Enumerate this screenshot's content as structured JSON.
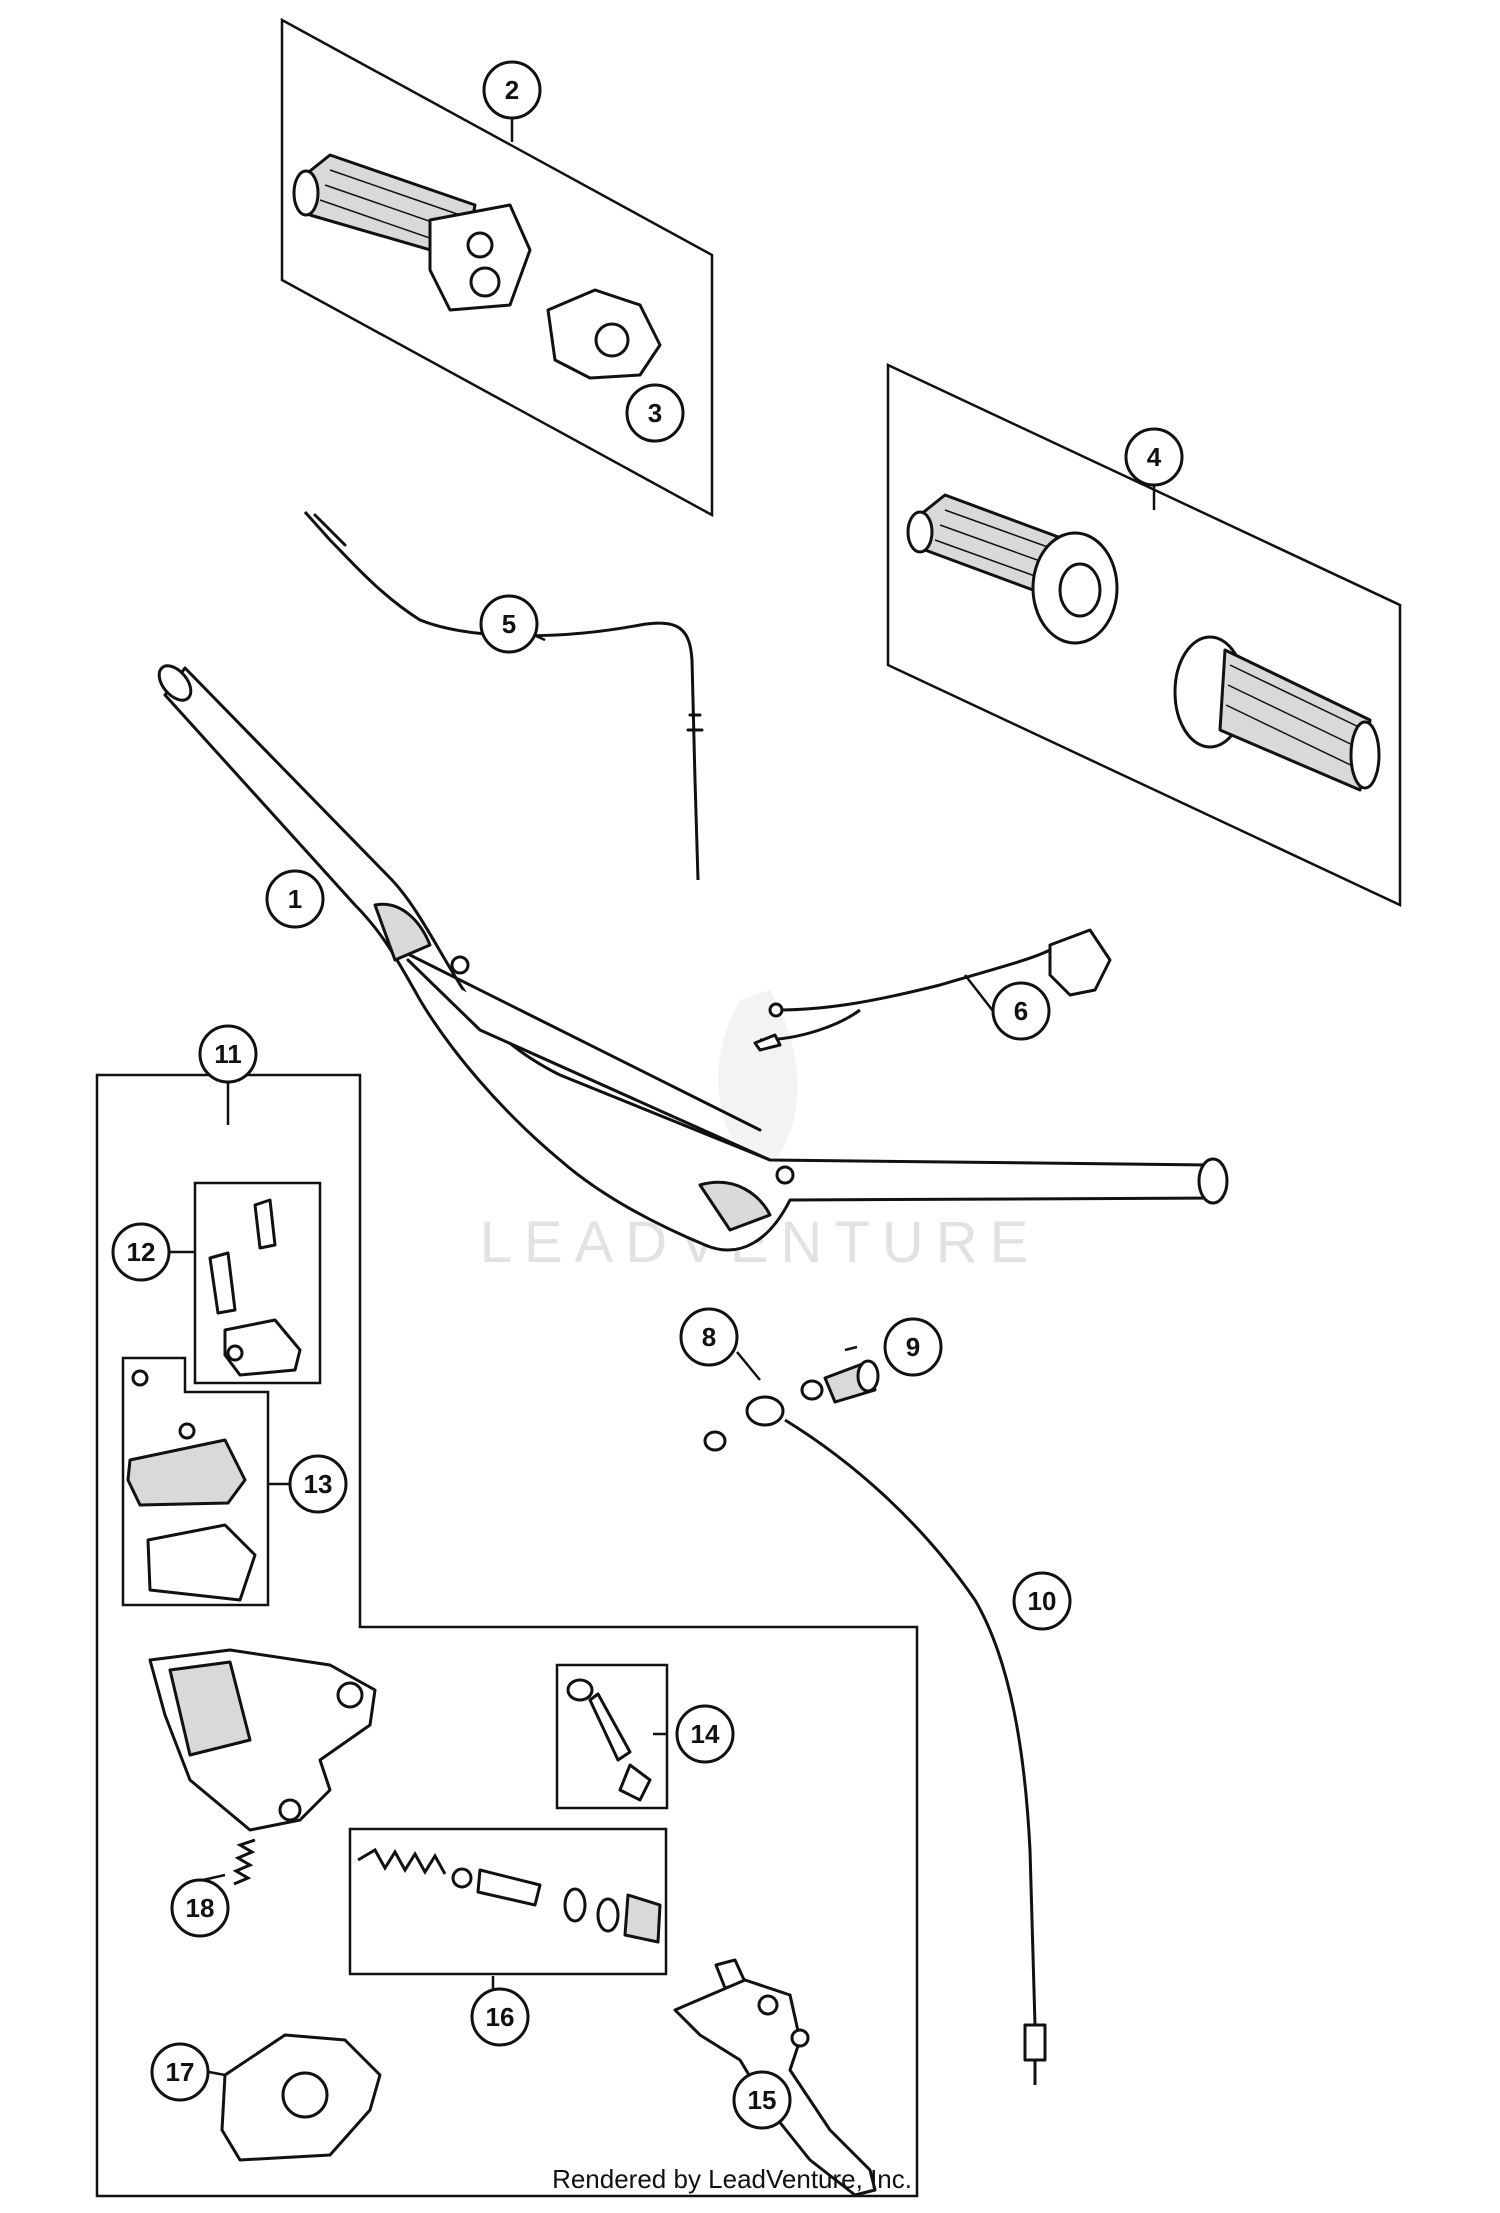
{
  "watermark": "LEADVENTURE",
  "footer": "Rendered by LeadVenture, Inc.",
  "callouts": [
    "1",
    "2",
    "3",
    "4",
    "5",
    "6",
    "8",
    "9",
    "10",
    "11",
    "12",
    "13",
    "14",
    "15",
    "16",
    "17",
    "18"
  ]
}
